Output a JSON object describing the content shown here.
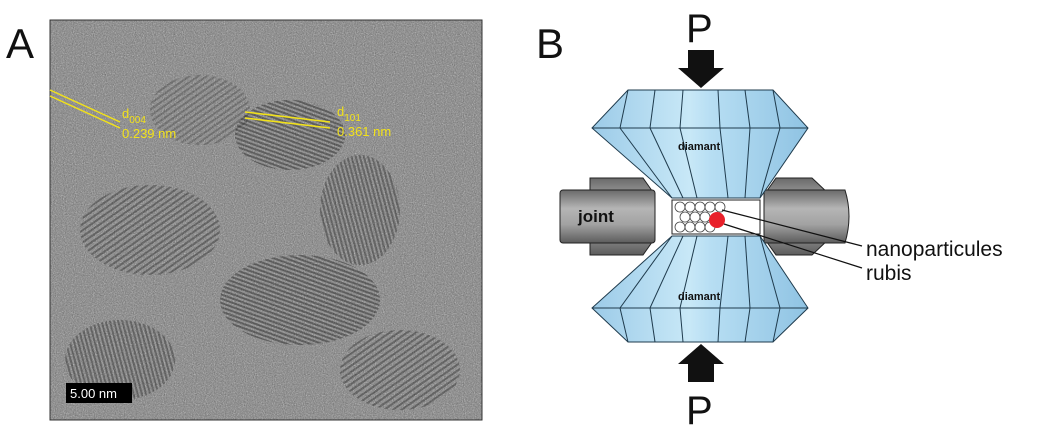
{
  "panel_a": {
    "letter": "A",
    "annotations": [
      {
        "d_symbol": "d",
        "index": "004",
        "spacing": "0.239 nm"
      },
      {
        "d_symbol": "d",
        "index": "101",
        "spacing": "0.361 nm"
      }
    ],
    "scale_bar": "5.00 nm"
  },
  "panel_b": {
    "letter": "B",
    "pressure_top": "P",
    "pressure_bottom": "P",
    "diamond_top": "diamant",
    "diamond_bottom": "diamant",
    "gasket": "joint",
    "callout_nanoparticles": "nanoparticules",
    "callout_ruby": "rubis"
  },
  "colors": {
    "annotation": "#f2e21a",
    "diamond": "#a9d6ee",
    "gasket": "#8c8c8c",
    "ruby": "#e8202a"
  }
}
